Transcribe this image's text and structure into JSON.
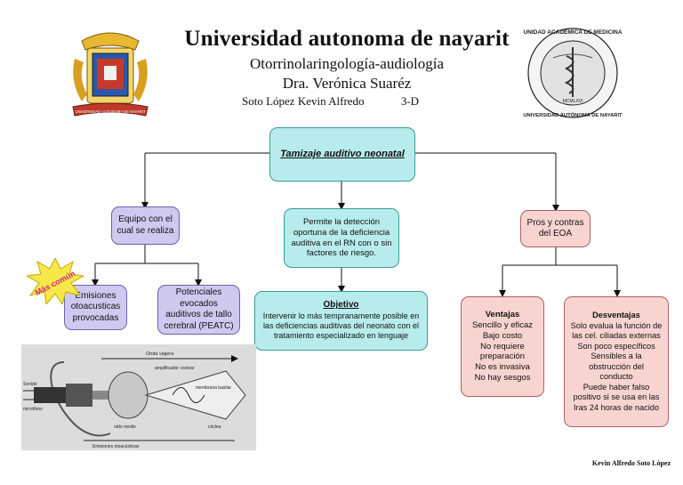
{
  "header": {
    "title": "Universidad autonoma de nayarit",
    "subtitle": "Otorrinolaringología-audiología",
    "doctor": "Dra. Verónica Suaréz",
    "student": "Soto López Kevin Alfredo",
    "group": "3-D"
  },
  "logos": {
    "left": {
      "name": "uan-coat-of-arms",
      "text": "UNIVERSIDAD AUTONOMA DE NAYARIT"
    },
    "right": {
      "name": "unidad-academica-medicina-seal",
      "text_top": "UNIDAD ACADÉMICA DE MEDICINA",
      "text_bottom": "UNIVERSIDAD AUTÓNOMA DE NAYARIT",
      "year": "MCMLXVI"
    }
  },
  "nodes": {
    "root": "Tamizaje auditivo neonatal",
    "equipo": "Equipo con el cual se realiza",
    "permite": "Permite la detección oportuna de la deficiencia auditiva en el RN con o sin factores de riesgo.",
    "pros": "Pros y contras del EOA",
    "emisiones": "Emisiones otoacusticas provocadas",
    "potenciales": "Potenciales evocados auditivos de tallo cerebral (PEATC)",
    "objetivo_title": "Objetivo",
    "objetivo_body": "Intervenir lo más tempranamente posible en las deficiencias auditivas del neonato con el tratamiento especializado en lenguaje",
    "ventajas_title": "Ventajas",
    "ventajas_items": [
      "Sencillo y eficaz",
      "Bajo costo",
      "No requiere preparación",
      "No es invasiva",
      "No hay sesgos"
    ],
    "desventajas_title": "Desventajas",
    "desventajas_items": [
      "Solo evalua la función de las cel. ciliadas externas",
      "Son poco específicos",
      "Sensibles a la obstrucción del conducto",
      "Puede haber falso positivo si se usa en las Iras 24 horas de nacido"
    ]
  },
  "starburst": {
    "text": "Más común",
    "color": "#f7e84a",
    "text_color": "#d0267a"
  },
  "ear_diagram": {
    "labels": {
      "onda": "Onda viajera",
      "sonido": "Sonido",
      "microfono": "micrófono",
      "amplificador": "amplificador coclear",
      "membrana": "membrana basilar",
      "oido_medio": "oído medio",
      "coclea": "cóclea",
      "emisiones": "Emisiones otoacústicas"
    }
  },
  "colors": {
    "cyan": "#b8ecec",
    "purple": "#cfc9f0",
    "pink": "#f7d4d0"
  },
  "footer": "Kevin Alfredo Soto López"
}
